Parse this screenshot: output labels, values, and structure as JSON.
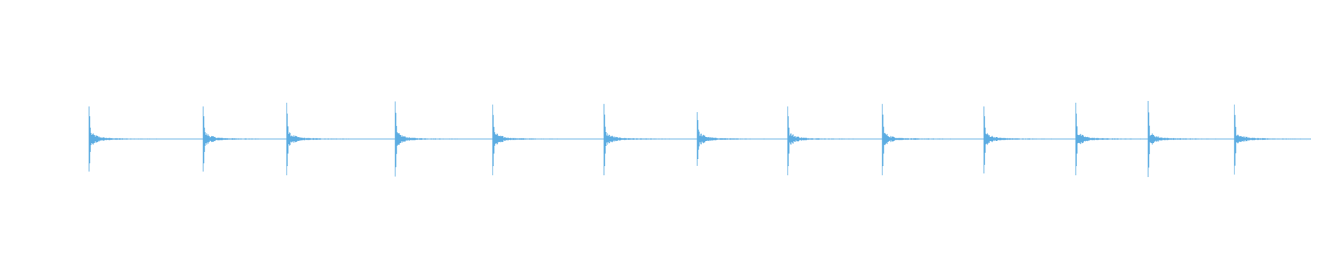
{
  "waveform": {
    "color": "#5dade2",
    "background": "#ffffff",
    "hits": [
      {
        "amp_up": 0.52,
        "amp_down": 0.52
      },
      {
        "amp_up": 0.52,
        "amp_down": 0.52
      },
      {
        "amp_up": 0.58,
        "amp_down": 0.58
      },
      {
        "amp_up": 0.6,
        "amp_down": 0.6
      },
      {
        "amp_up": 0.55,
        "amp_down": 0.58
      },
      {
        "amp_up": 0.56,
        "amp_down": 0.58
      },
      {
        "amp_up": 0.43,
        "amp_down": 0.43
      },
      {
        "amp_up": 0.52,
        "amp_down": 0.58
      },
      {
        "amp_up": 0.56,
        "amp_down": 0.58
      },
      {
        "amp_up": 0.52,
        "amp_down": 0.55
      },
      {
        "amp_up": 0.58,
        "amp_down": 0.58
      },
      {
        "amp_up": 0.61,
        "amp_down": 0.61
      },
      {
        "amp_up": 0.55,
        "amp_down": 0.57
      }
    ]
  }
}
